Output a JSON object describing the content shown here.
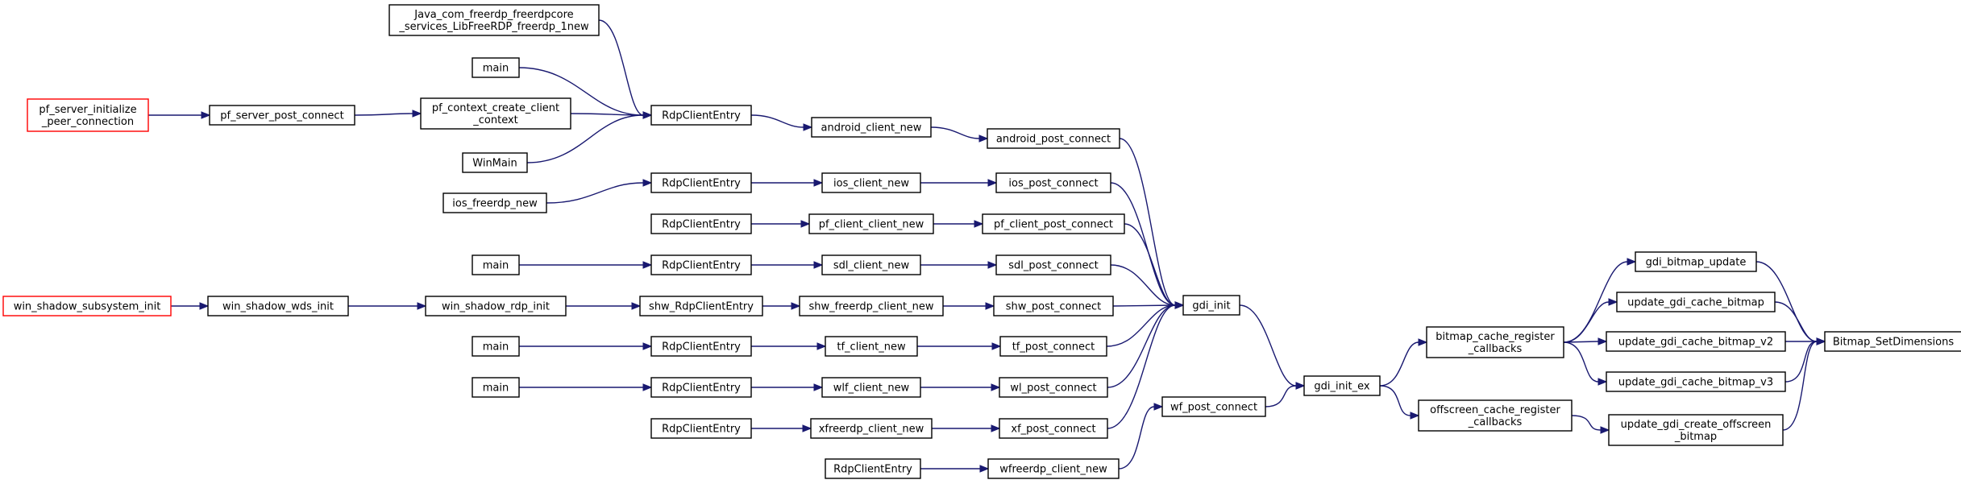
{
  "diagram": {
    "colors": {
      "edge": "#191970",
      "box_border": "#000000",
      "box_border_truncated": "#ff0000",
      "box_fill": "#ffffff",
      "root_fill": "#bfbfbf"
    },
    "nodes": [
      {
        "id": "root",
        "lines": [
          "Bitmap_SetDimensions"
        ],
        "style": "root"
      },
      {
        "id": "gdi_bitmap_update",
        "lines": [
          "gdi_bitmap_update"
        ]
      },
      {
        "id": "update_gdi_cache_bitmap",
        "lines": [
          "update_gdi_cache_bitmap"
        ]
      },
      {
        "id": "update_gdi_cache_bitmap_v2",
        "lines": [
          "update_gdi_cache_bitmap_v2"
        ]
      },
      {
        "id": "update_gdi_cache_bitmap_v3",
        "lines": [
          "update_gdi_cache_bitmap_v3"
        ]
      },
      {
        "id": "update_gdi_create_offscreen_bitmap",
        "lines": [
          "update_gdi_create_offscreen",
          "_bitmap"
        ]
      },
      {
        "id": "bitmap_cache_register_callbacks",
        "lines": [
          "bitmap_cache_register",
          "_callbacks"
        ]
      },
      {
        "id": "offscreen_cache_register_callbacks",
        "lines": [
          "offscreen_cache_register",
          "_callbacks"
        ]
      },
      {
        "id": "gdi_init_ex",
        "lines": [
          "gdi_init_ex"
        ]
      },
      {
        "id": "gdi_init",
        "lines": [
          "gdi_init"
        ]
      },
      {
        "id": "wf_post_connect",
        "lines": [
          "wf_post_connect"
        ]
      },
      {
        "id": "android_post_connect",
        "lines": [
          "android_post_connect"
        ]
      },
      {
        "id": "ios_post_connect",
        "lines": [
          "ios_post_connect"
        ]
      },
      {
        "id": "pf_client_post_connect",
        "lines": [
          "pf_client_post_connect"
        ]
      },
      {
        "id": "sdl_post_connect",
        "lines": [
          "sdl_post_connect"
        ]
      },
      {
        "id": "shw_post_connect",
        "lines": [
          "shw_post_connect"
        ]
      },
      {
        "id": "tf_post_connect",
        "lines": [
          "tf_post_connect"
        ]
      },
      {
        "id": "wl_post_connect",
        "lines": [
          "wl_post_connect"
        ]
      },
      {
        "id": "xf_post_connect",
        "lines": [
          "xf_post_connect"
        ]
      },
      {
        "id": "wfreerdp_client_new",
        "lines": [
          "wfreerdp_client_new"
        ]
      },
      {
        "id": "android_client_new",
        "lines": [
          "android_client_new"
        ]
      },
      {
        "id": "ios_client_new",
        "lines": [
          "ios_client_new"
        ]
      },
      {
        "id": "pf_client_client_new",
        "lines": [
          "pf_client_client_new"
        ]
      },
      {
        "id": "sdl_client_new",
        "lines": [
          "sdl_client_new"
        ]
      },
      {
        "id": "shw_freerdp_client_new",
        "lines": [
          "shw_freerdp_client_new"
        ]
      },
      {
        "id": "tf_client_new",
        "lines": [
          "tf_client_new"
        ]
      },
      {
        "id": "wlf_client_new",
        "lines": [
          "wlf_client_new"
        ]
      },
      {
        "id": "xfreerdp_client_new",
        "lines": [
          "xfreerdp_client_new"
        ]
      },
      {
        "id": "RdpClientEntry_wf",
        "lines": [
          "RdpClientEntry"
        ]
      },
      {
        "id": "RdpClientEntry_android",
        "lines": [
          "RdpClientEntry"
        ]
      },
      {
        "id": "RdpClientEntry_ios",
        "lines": [
          "RdpClientEntry"
        ]
      },
      {
        "id": "RdpClientEntry_pf",
        "lines": [
          "RdpClientEntry"
        ]
      },
      {
        "id": "RdpClientEntry_sdl",
        "lines": [
          "RdpClientEntry"
        ]
      },
      {
        "id": "shw_RdpClientEntry",
        "lines": [
          "shw_RdpClientEntry"
        ]
      },
      {
        "id": "RdpClientEntry_tf",
        "lines": [
          "RdpClientEntry"
        ]
      },
      {
        "id": "RdpClientEntry_wlf",
        "lines": [
          "RdpClientEntry"
        ]
      },
      {
        "id": "RdpClientEntry_xf",
        "lines": [
          "RdpClientEntry"
        ]
      },
      {
        "id": "Java_freerdp_new",
        "lines": [
          "Java_com_freerdp_freerdpcore",
          "_services_LibFreeRDP_freerdp_1new"
        ]
      },
      {
        "id": "main_android",
        "lines": [
          "main"
        ]
      },
      {
        "id": "pf_context_create_client_context",
        "lines": [
          "pf_context_create_client",
          "_context"
        ]
      },
      {
        "id": "WinMain",
        "lines": [
          "WinMain"
        ]
      },
      {
        "id": "ios_freerdp_new",
        "lines": [
          "ios_freerdp_new"
        ]
      },
      {
        "id": "main_sdl",
        "lines": [
          "main"
        ]
      },
      {
        "id": "win_shadow_rdp_init",
        "lines": [
          "win_shadow_rdp_init"
        ]
      },
      {
        "id": "main_tf",
        "lines": [
          "main"
        ]
      },
      {
        "id": "main_wlf",
        "lines": [
          "main"
        ]
      },
      {
        "id": "pf_server_post_connect",
        "lines": [
          "pf_server_post_connect"
        ]
      },
      {
        "id": "win_shadow_wds_init",
        "lines": [
          "win_shadow_wds_init"
        ]
      },
      {
        "id": "pf_server_initialize_peer_connection",
        "lines": [
          "pf_server_initialize",
          "_peer_connection"
        ],
        "style": "truncated"
      },
      {
        "id": "win_shadow_subsystem_init",
        "lines": [
          "win_shadow_subsystem_init"
        ],
        "style": "truncated"
      }
    ],
    "edges": [
      [
        "gdi_bitmap_update",
        "root"
      ],
      [
        "update_gdi_cache_bitmap",
        "root"
      ],
      [
        "update_gdi_cache_bitmap_v2",
        "root"
      ],
      [
        "update_gdi_cache_bitmap_v3",
        "root"
      ],
      [
        "update_gdi_create_offscreen_bitmap",
        "root"
      ],
      [
        "bitmap_cache_register_callbacks",
        "gdi_bitmap_update"
      ],
      [
        "bitmap_cache_register_callbacks",
        "update_gdi_cache_bitmap"
      ],
      [
        "bitmap_cache_register_callbacks",
        "update_gdi_cache_bitmap_v2"
      ],
      [
        "bitmap_cache_register_callbacks",
        "update_gdi_cache_bitmap_v3"
      ],
      [
        "offscreen_cache_register_callbacks",
        "update_gdi_create_offscreen_bitmap"
      ],
      [
        "gdi_init_ex",
        "bitmap_cache_register_callbacks"
      ],
      [
        "gdi_init_ex",
        "offscreen_cache_register_callbacks"
      ],
      [
        "gdi_init",
        "gdi_init_ex"
      ],
      [
        "wf_post_connect",
        "gdi_init_ex"
      ],
      [
        "android_post_connect",
        "gdi_init"
      ],
      [
        "ios_post_connect",
        "gdi_init"
      ],
      [
        "pf_client_post_connect",
        "gdi_init"
      ],
      [
        "sdl_post_connect",
        "gdi_init"
      ],
      [
        "shw_post_connect",
        "gdi_init"
      ],
      [
        "tf_post_connect",
        "gdi_init"
      ],
      [
        "wl_post_connect",
        "gdi_init"
      ],
      [
        "xf_post_connect",
        "gdi_init"
      ],
      [
        "wfreerdp_client_new",
        "wf_post_connect"
      ],
      [
        "android_client_new",
        "android_post_connect"
      ],
      [
        "ios_client_new",
        "ios_post_connect"
      ],
      [
        "pf_client_client_new",
        "pf_client_post_connect"
      ],
      [
        "sdl_client_new",
        "sdl_post_connect"
      ],
      [
        "shw_freerdp_client_new",
        "shw_post_connect"
      ],
      [
        "tf_client_new",
        "tf_post_connect"
      ],
      [
        "wlf_client_new",
        "wl_post_connect"
      ],
      [
        "xfreerdp_client_new",
        "xf_post_connect"
      ],
      [
        "RdpClientEntry_wf",
        "wfreerdp_client_new"
      ],
      [
        "RdpClientEntry_android",
        "android_client_new"
      ],
      [
        "RdpClientEntry_ios",
        "ios_client_new"
      ],
      [
        "RdpClientEntry_pf",
        "pf_client_client_new"
      ],
      [
        "RdpClientEntry_sdl",
        "sdl_client_new"
      ],
      [
        "shw_RdpClientEntry",
        "shw_freerdp_client_new"
      ],
      [
        "RdpClientEntry_tf",
        "tf_client_new"
      ],
      [
        "RdpClientEntry_wlf",
        "wlf_client_new"
      ],
      [
        "RdpClientEntry_xf",
        "xfreerdp_client_new"
      ],
      [
        "Java_freerdp_new",
        "RdpClientEntry_android"
      ],
      [
        "main_android",
        "RdpClientEntry_android"
      ],
      [
        "pf_context_create_client_context",
        "RdpClientEntry_android"
      ],
      [
        "WinMain",
        "RdpClientEntry_android"
      ],
      [
        "ios_freerdp_new",
        "RdpClientEntry_ios"
      ],
      [
        "main_sdl",
        "RdpClientEntry_sdl"
      ],
      [
        "win_shadow_rdp_init",
        "shw_RdpClientEntry"
      ],
      [
        "main_tf",
        "RdpClientEntry_tf"
      ],
      [
        "main_wlf",
        "RdpClientEntry_wlf"
      ],
      [
        "pf_server_post_connect",
        "pf_context_create_client_context"
      ],
      [
        "win_shadow_wds_init",
        "win_shadow_rdp_init"
      ],
      [
        "pf_server_initialize_peer_connection",
        "pf_server_post_connect"
      ],
      [
        "win_shadow_subsystem_init",
        "win_shadow_wds_init"
      ]
    ]
  }
}
